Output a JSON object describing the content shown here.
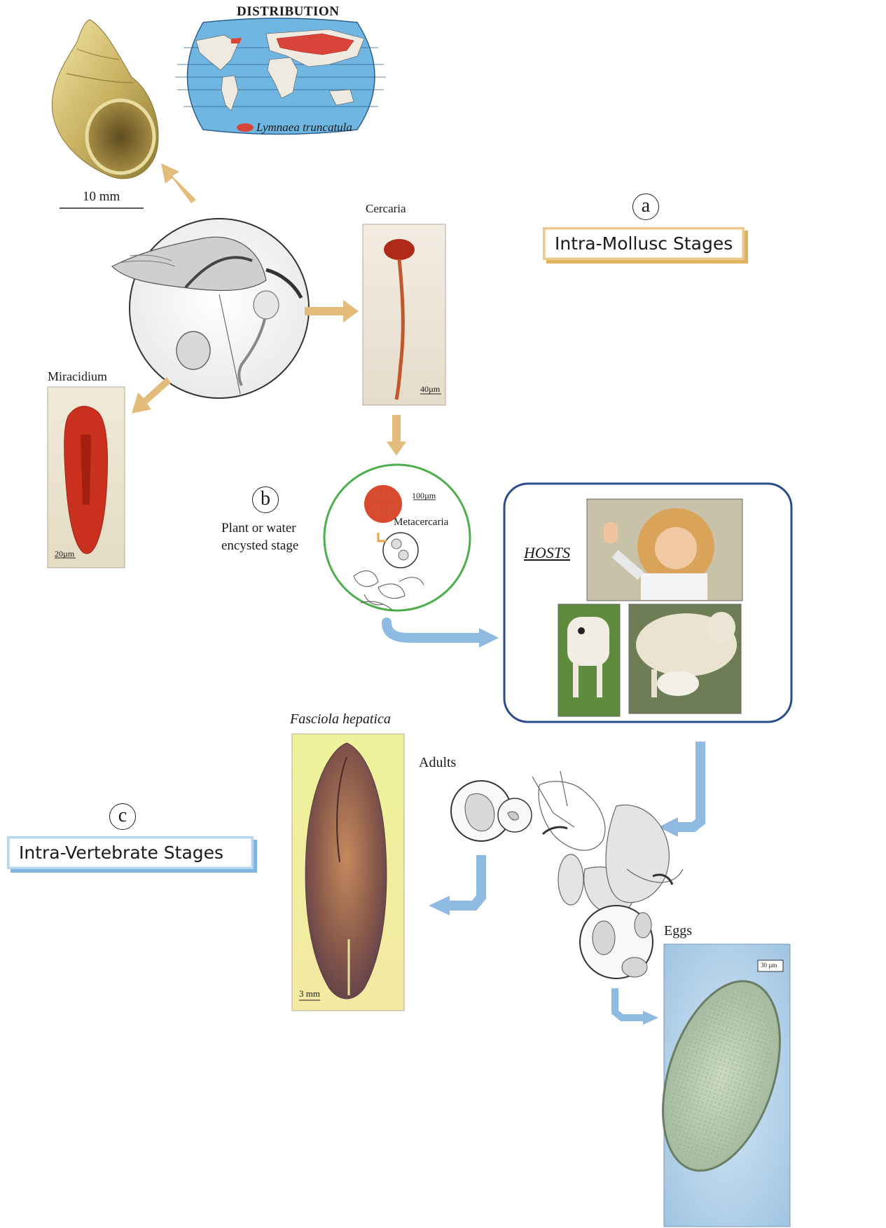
{
  "distribution": {
    "title": "DISTRIBUTION",
    "legend_label": "Lymnaea truncatula"
  },
  "snail": {
    "scale_label": "10 mm"
  },
  "stage_a": {
    "letter": "a",
    "title": "Intra-Mollusc Stages"
  },
  "stage_b": {
    "letter": "b",
    "label_line1": "Plant or water",
    "label_line2": "encysted stage"
  },
  "stage_c": {
    "letter": "c",
    "title": "Intra-Vertebrate Stages"
  },
  "cercaria": {
    "label": "Cercaria",
    "scale_label": "40µm"
  },
  "miracidium": {
    "label": "Miracidium",
    "scale_label": "20µm"
  },
  "metacercaria": {
    "label": "Metacercaria",
    "scale_label": "100µm"
  },
  "hosts": {
    "label": "HOSTS"
  },
  "fasciola": {
    "label": "Fasciola hepatica",
    "scale_label": "3 mm"
  },
  "adults": {
    "label": "Adults"
  },
  "eggs": {
    "label": "Eggs",
    "scale_label": "30 µm"
  },
  "colors": {
    "mollusc_arrow": "#e3bb7a",
    "vertebrate_arrow": "#8fbbe3",
    "metacercaria_ring": "#4cae4c",
    "hosts_border": "#2b4c8a",
    "distribution_red": "#d9443a"
  }
}
